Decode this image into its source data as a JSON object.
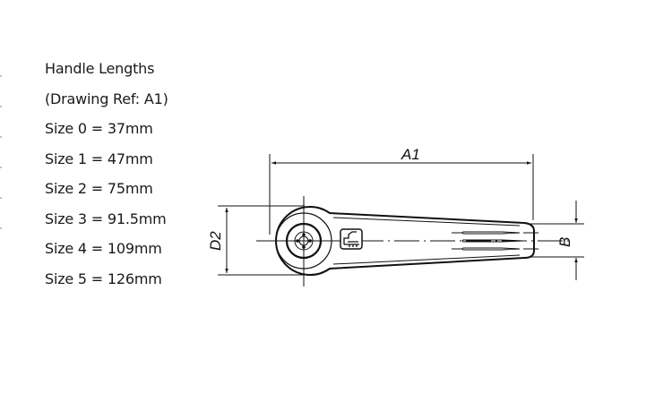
{
  "legend": {
    "title": "Handle Lengths",
    "subtitle": "(Drawing Ref: A1)",
    "sizes": [
      {
        "label": "Size 0 = 37mm"
      },
      {
        "label": "Size 1 = 47mm"
      },
      {
        "label": "Size 2 = 75mm"
      },
      {
        "label": "Size 3 = 91.5mm"
      },
      {
        "label": "Size 4 = 109mm"
      },
      {
        "label": "Size 5 = 126mm"
      }
    ]
  },
  "drawing": {
    "dimensions": {
      "length_label": "A1",
      "hub_diameter_label": "D2",
      "tip_width_label": "B"
    },
    "line_color": "#111111"
  }
}
